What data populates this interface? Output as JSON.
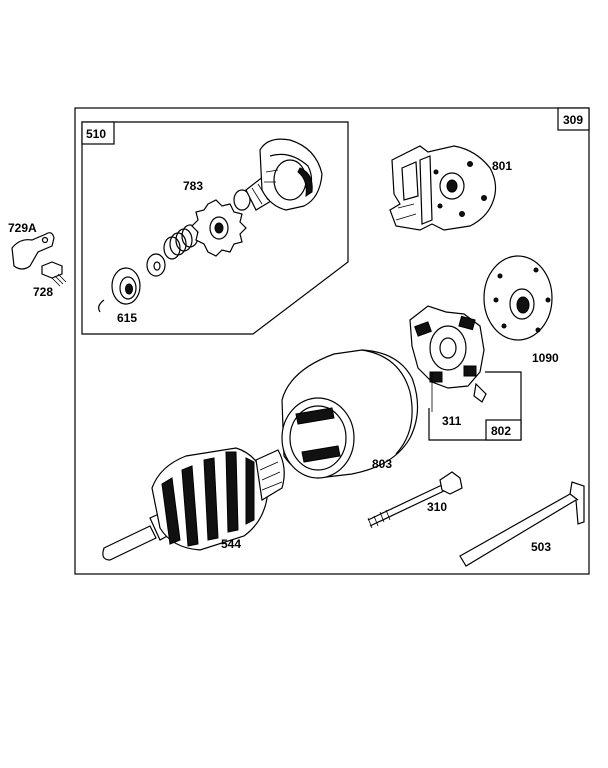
{
  "diagram": {
    "frame_label": "309",
    "subassembly_label": "510",
    "brush_box_label": "802",
    "parts": {
      "p729a": "729A",
      "p728": "728",
      "p615": "615",
      "p783": "783",
      "p801": "801",
      "p1090": "1090",
      "p311": "311",
      "p803": "803",
      "p310": "310",
      "p544": "544",
      "p503": "503"
    }
  }
}
